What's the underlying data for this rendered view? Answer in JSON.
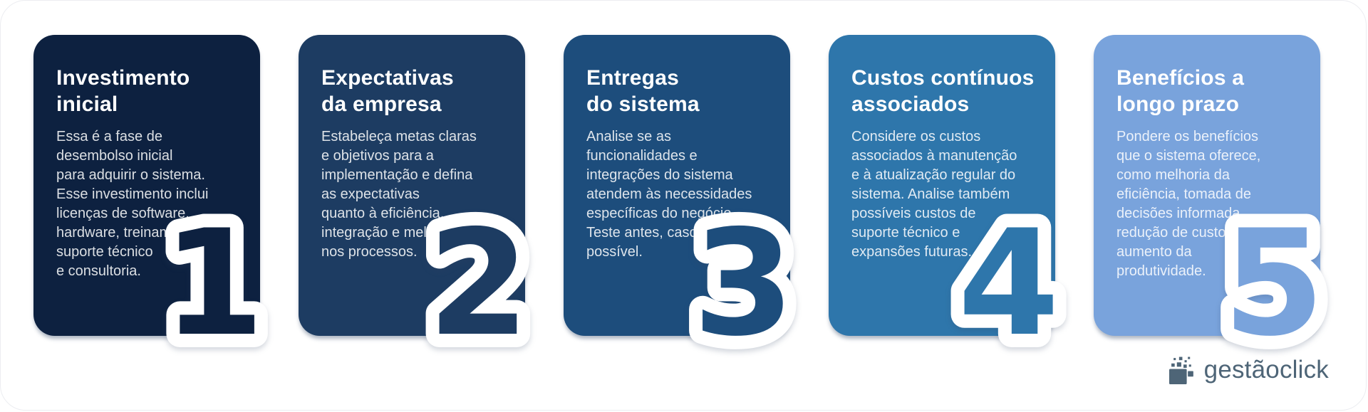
{
  "page": {
    "background": "#ffffff"
  },
  "text_colors": {
    "title": "#ffffff",
    "body": "rgba(255,255,255,0.85)"
  },
  "cards": [
    {
      "number": "1",
      "title": "Investimento\ninicial",
      "body": "Essa é a fase de\ndesembolso inicial\npara adquirir o sistema.\nEsse investimento inclui\nlicenças de software,\nhardware, treinamento,\nsuporte técnico\ne consultoria.",
      "color": "#0d2140"
    },
    {
      "number": "2",
      "title": "Expectativas\nda empresa",
      "body": "Estabeleça metas claras\ne objetivos para a\nimplementação e defina\nas expectativas\nquanto à eficiência,\nintegração e melhorias\nnos processos.",
      "color": "#1d3c62"
    },
    {
      "number": "3",
      "title": "Entregas\ndo sistema",
      "body": "Analise se as\nfuncionalidades e\nintegrações do sistema\natendem às necessidades\nespecíficas do negócio.\nTeste antes, caso seja\npossível.",
      "color": "#1d4d7c"
    },
    {
      "number": "4",
      "title": "Custos contínuos\nassociados",
      "body": "Considere os custos\nassociados à manutenção\ne à atualização regular do\nsistema. Analise também\npossíveis custos de\nsuporte técnico e\nexpansões futuras.",
      "color": "#2e76ab"
    },
    {
      "number": "5",
      "title": "Benefícios a\nlongo prazo",
      "body": "Pondere os benefícios\nque o sistema oferece,\ncomo melhoria da\neficiência, tomada de\ndecisões informada,\nredução de custos e\naumento da\nprodutividade.",
      "color": "#79a3dc"
    }
  ],
  "footer": {
    "logo_text": "gestãoclick",
    "logo_color": "#4e6577",
    "logo_icon": "pixel-blocks-icon"
  }
}
